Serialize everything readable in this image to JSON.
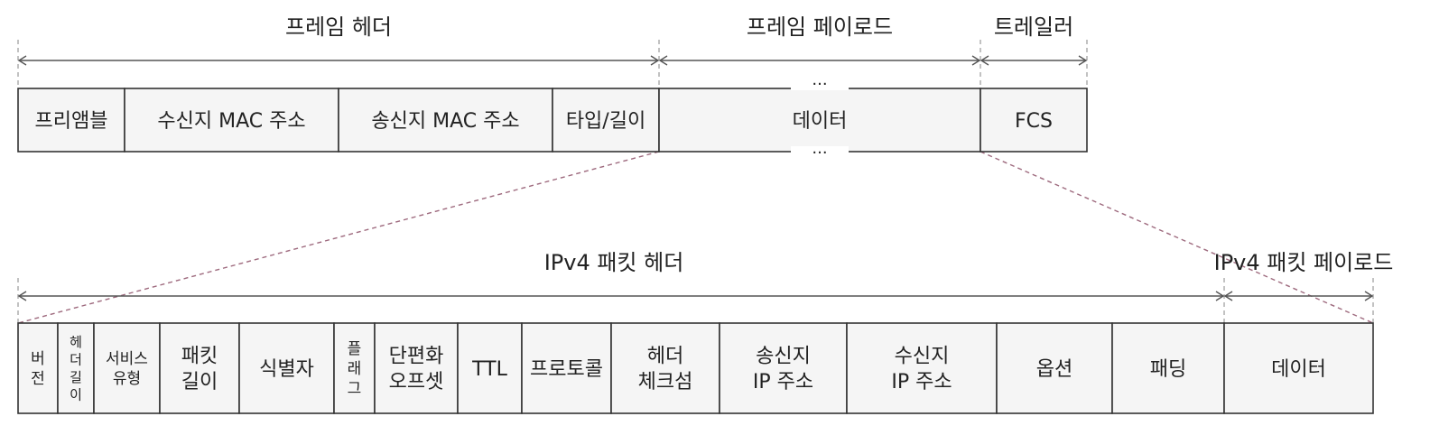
{
  "frame": {
    "sections": [
      {
        "id": "header",
        "label": "프레임 헤더"
      },
      {
        "id": "payload",
        "label": "프레임 페이로드"
      },
      {
        "id": "trailer",
        "label": "트레일러"
      }
    ],
    "fields": [
      {
        "id": "preamble",
        "lines": [
          "프리앰블"
        ]
      },
      {
        "id": "dst-mac",
        "lines": [
          "수신지 MAC 주소"
        ]
      },
      {
        "id": "src-mac",
        "lines": [
          "송신지 MAC 주소"
        ]
      },
      {
        "id": "type-length",
        "lines": [
          "타입/길이"
        ]
      },
      {
        "id": "data",
        "lines": [
          "데이터"
        ]
      },
      {
        "id": "fcs",
        "lines": [
          "FCS"
        ]
      }
    ],
    "ellipsis": "···"
  },
  "packet": {
    "sections": [
      {
        "id": "header",
        "label": "IPv4 패킷 헤더"
      },
      {
        "id": "payload",
        "label": "IPv4 패킷 페이로드"
      }
    ],
    "fields": [
      {
        "id": "version",
        "lines": [
          "버",
          "전"
        ]
      },
      {
        "id": "header-length",
        "lines": [
          "헤",
          "더",
          "길",
          "이"
        ]
      },
      {
        "id": "service-type",
        "lines": [
          "서비스",
          "유형"
        ]
      },
      {
        "id": "packet-length",
        "lines": [
          "패킷",
          "길이"
        ]
      },
      {
        "id": "identifier",
        "lines": [
          "식별자"
        ]
      },
      {
        "id": "flags",
        "lines": [
          "플",
          "래",
          "그"
        ]
      },
      {
        "id": "fragment-offset",
        "lines": [
          "단편화",
          "오프셋"
        ]
      },
      {
        "id": "ttl",
        "lines": [
          "TTL"
        ]
      },
      {
        "id": "protocol",
        "lines": [
          "프로토콜"
        ]
      },
      {
        "id": "header-checksum",
        "lines": [
          "헤더",
          "체크섬"
        ]
      },
      {
        "id": "src-ip",
        "lines": [
          "송신지",
          "IP 주소"
        ]
      },
      {
        "id": "dst-ip",
        "lines": [
          "수신지",
          "IP 주소"
        ]
      },
      {
        "id": "options",
        "lines": [
          "옵션"
        ]
      },
      {
        "id": "padding",
        "lines": [
          "패딩"
        ]
      },
      {
        "id": "data",
        "lines": [
          "데이터"
        ]
      }
    ]
  }
}
